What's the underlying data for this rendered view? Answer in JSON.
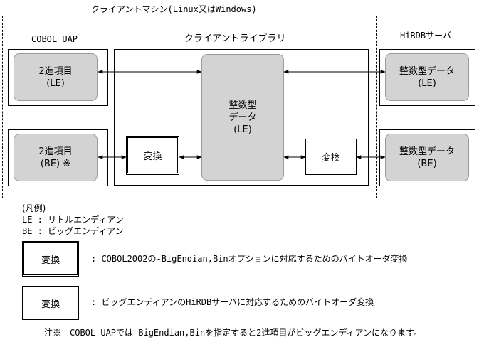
{
  "client_machine": {
    "title": "クライアントマシン(Linux又はWindows)"
  },
  "cobol_uap": {
    "title": "COBOL UAP",
    "item_le": {
      "line1": "2進項目",
      "line2": "(LE)"
    },
    "item_be": {
      "line1": "2進項目",
      "line2": "(BE) ※"
    }
  },
  "client_library": {
    "title": "クライアントライブラリ",
    "integer": {
      "line1": "整数型",
      "line2": "データ",
      "line3": "(LE)"
    },
    "convert_double": "変換",
    "convert_single": "変換"
  },
  "hirdb_server": {
    "title": "HiRDBサーバ",
    "data_le": {
      "line1": "整数型データ",
      "line2": "(LE)"
    },
    "data_be": {
      "line1": "整数型データ",
      "line2": "(BE)"
    }
  },
  "legend": {
    "heading": "(凡例)",
    "le": "LE : リトルエンディアン",
    "be": "BE : ビッグエンディアン",
    "double_label": "変換",
    "double_desc": ": COBOL2002の-BigEndian,Binオプションに対応するためのバイトオーダ変換",
    "single_label": "変換",
    "single_desc": ": ビッグエンディアンのHiRDBサーバに対応するためのバイトオーダ変換"
  },
  "note": "注※　COBOL UAPでは-BigEndian,Binを指定すると2進項目がビッグエンディアンになります。"
}
